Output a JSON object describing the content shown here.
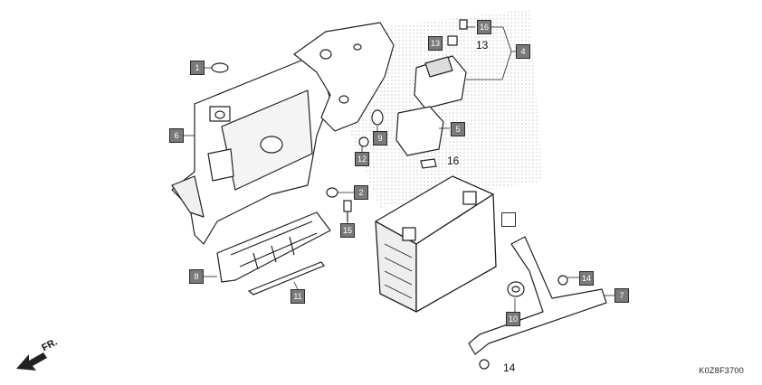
{
  "diagram_code": "K0Z8F3700",
  "direction_label": "FR.",
  "callouts": [
    {
      "label": "1"
    },
    {
      "label": "2"
    },
    {
      "label": "4"
    },
    {
      "label": "5"
    },
    {
      "label": "6"
    },
    {
      "label": "7"
    },
    {
      "label": "8"
    },
    {
      "label": "9"
    },
    {
      "label": "10"
    },
    {
      "label": "11"
    },
    {
      "label": "12"
    },
    {
      "label": "13"
    },
    {
      "label": "14"
    },
    {
      "label": "15"
    },
    {
      "label": "16"
    },
    {
      "label": ""
    }
  ],
  "plain_labels": [
    {
      "label": "13"
    },
    {
      "label": "16"
    },
    {
      "label": "14"
    }
  ],
  "colors": {
    "line": "#222222",
    "callout_fill": "#7a7a7a",
    "dot_screen": "#bdbdbd"
  }
}
